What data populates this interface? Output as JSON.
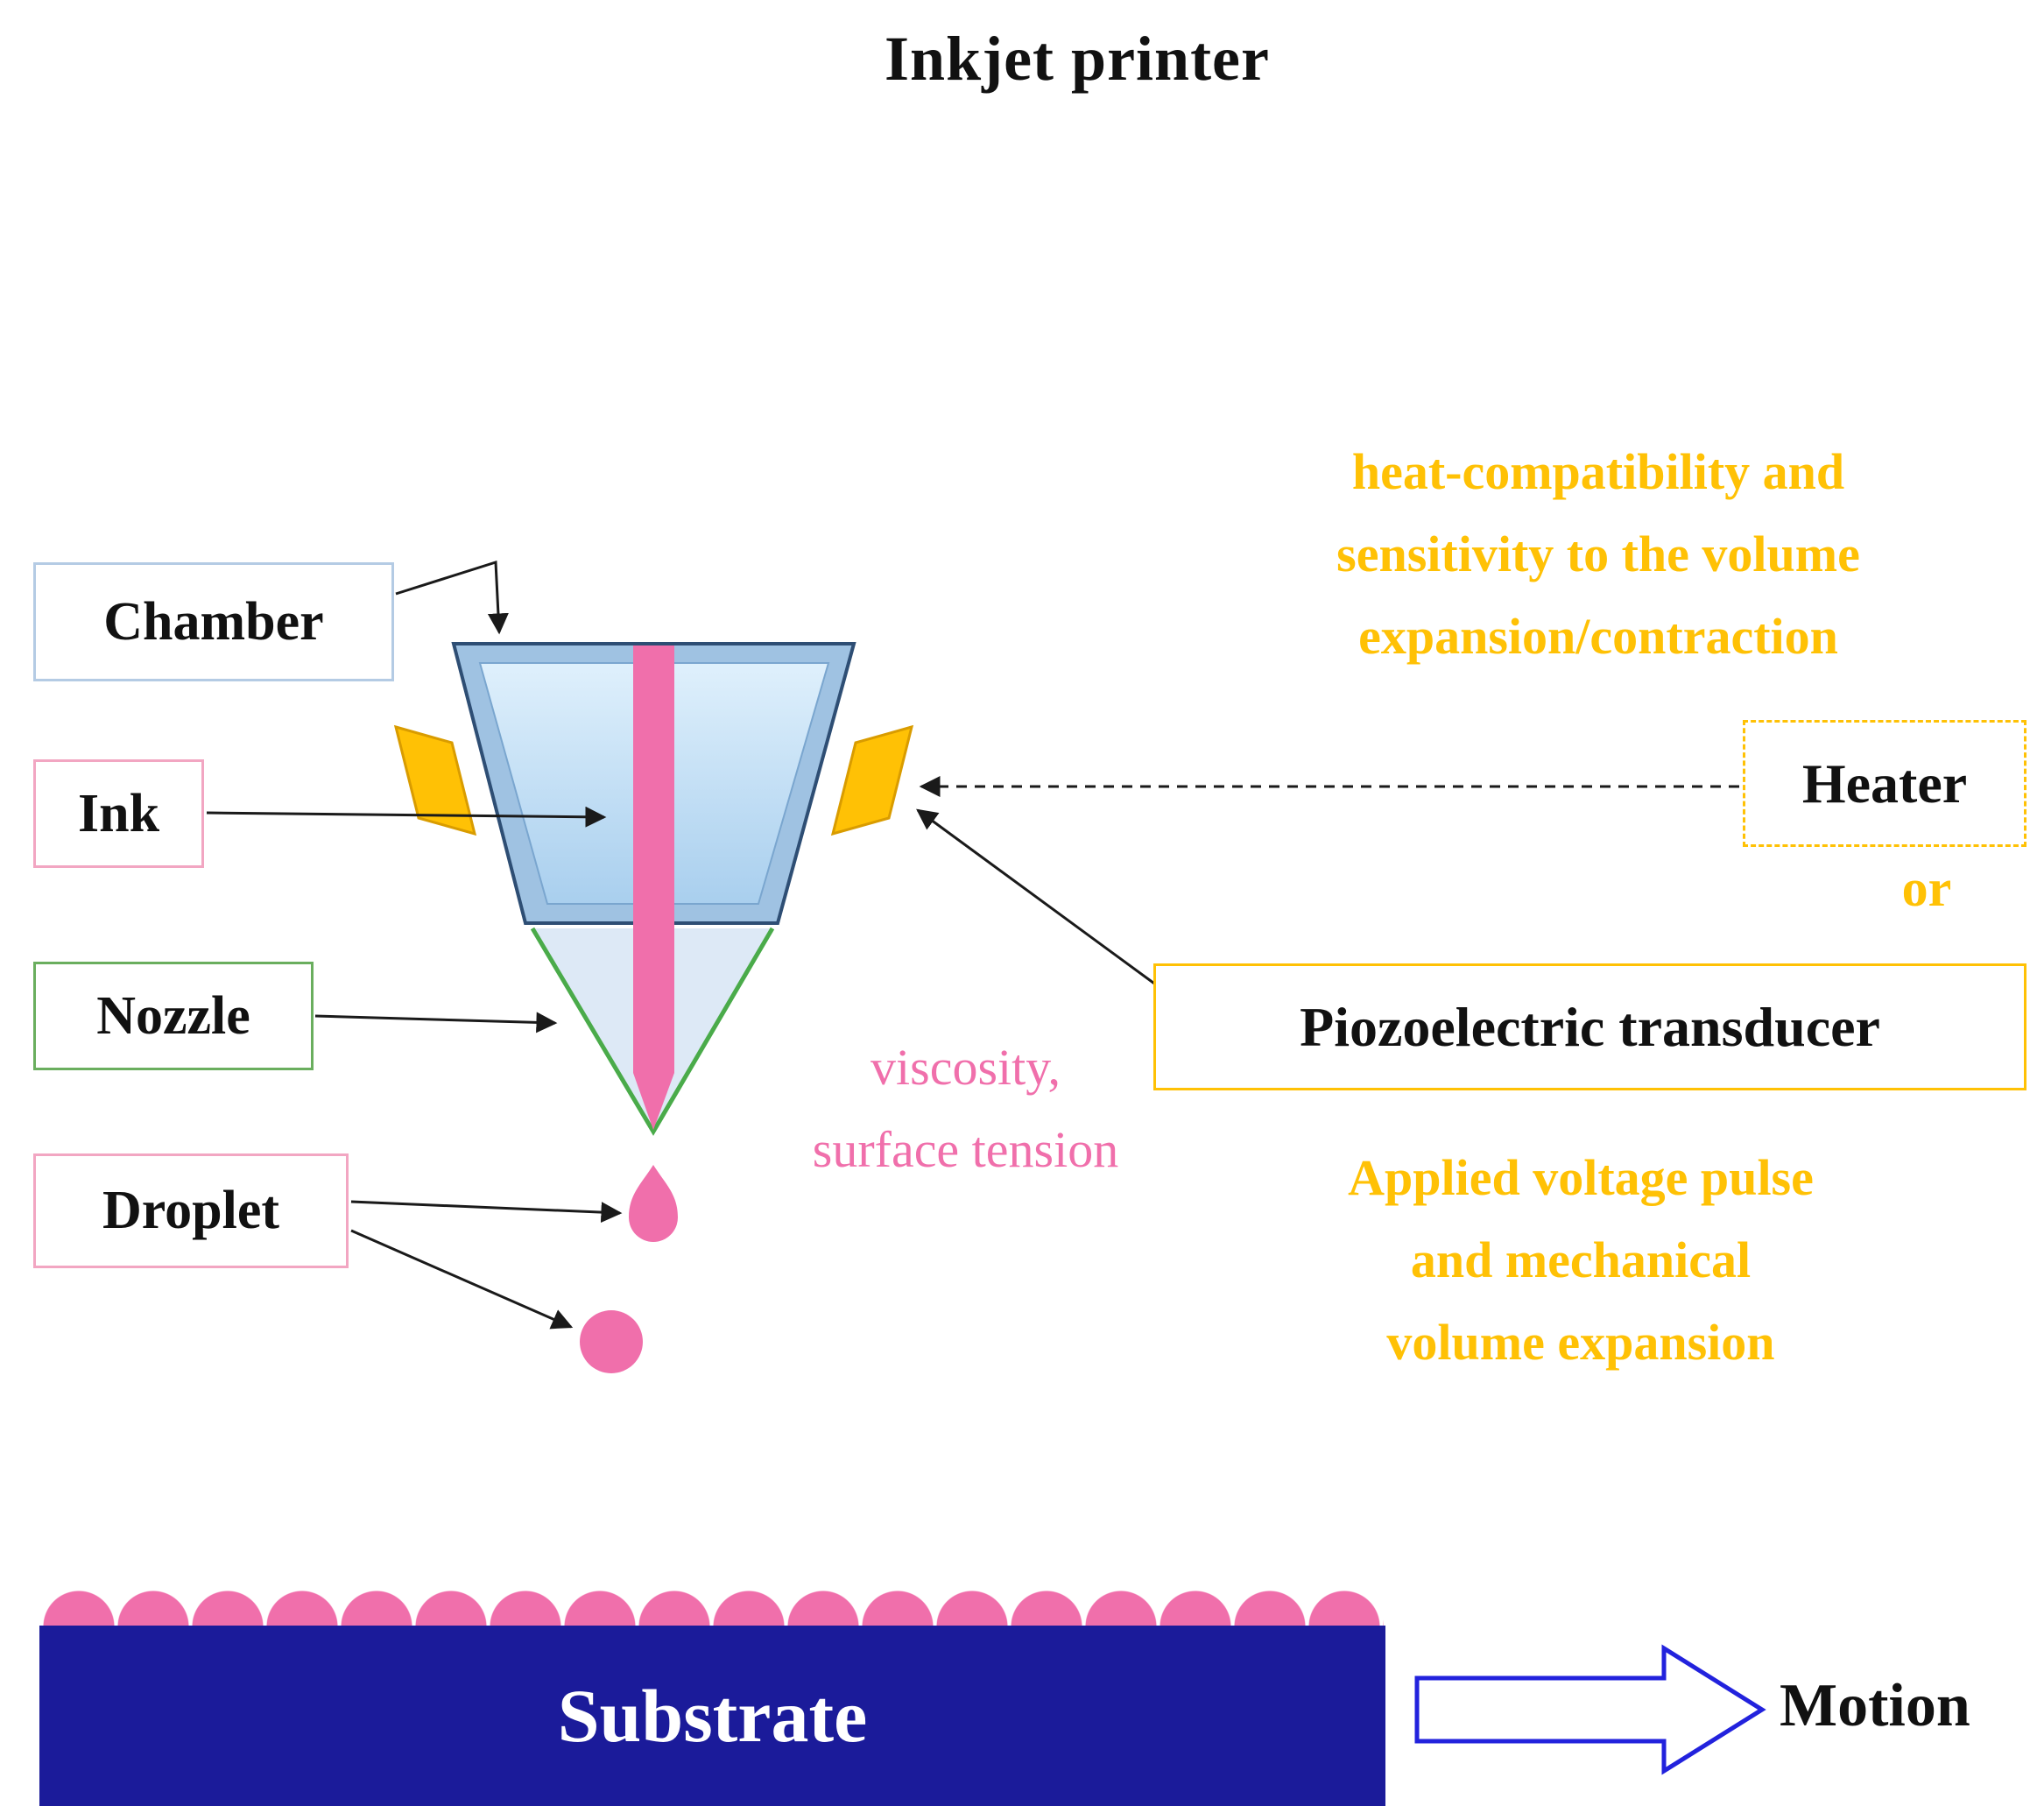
{
  "title": "Inkjet printer",
  "parts": {
    "chamber": "Chamber",
    "ink": "Ink",
    "nozzle": "Nozzle",
    "droplet": "Droplet"
  },
  "actuators": {
    "heater": "Heater",
    "or": "or",
    "piezo": "Piozoelectric transducer"
  },
  "notes": {
    "heater_note": "heat-compatibility and\nsensitivity to the volume\nexpansion/contraction",
    "piezo_note": "Applied voltage pulse\nand mechanical\nvolume expansion",
    "ink_note": "viscosity,\nsurface tension"
  },
  "bottom": {
    "substrate": "Substrate",
    "motion": "Motion"
  },
  "colors": {
    "pink": "#f06fab",
    "orange": "#ffc105",
    "orange-stroke": "#d99c00",
    "navy": "#1b1b9a",
    "green": "#4aab4a",
    "chamber-fill": "#9fc2e2",
    "chamber-inner-top": "#dff0fc",
    "chamber-inner-bottom": "#a9cfee",
    "chamber-stroke": "#2e4e74",
    "cone-fill": "#dde9f6",
    "arrow-blue": "#2222dd",
    "arrow-black": "#1a1a1a",
    "label-blue-border": "#b4cbe4",
    "label-pink-border": "#f2a6c2",
    "label-green-border": "#6aae5e"
  }
}
